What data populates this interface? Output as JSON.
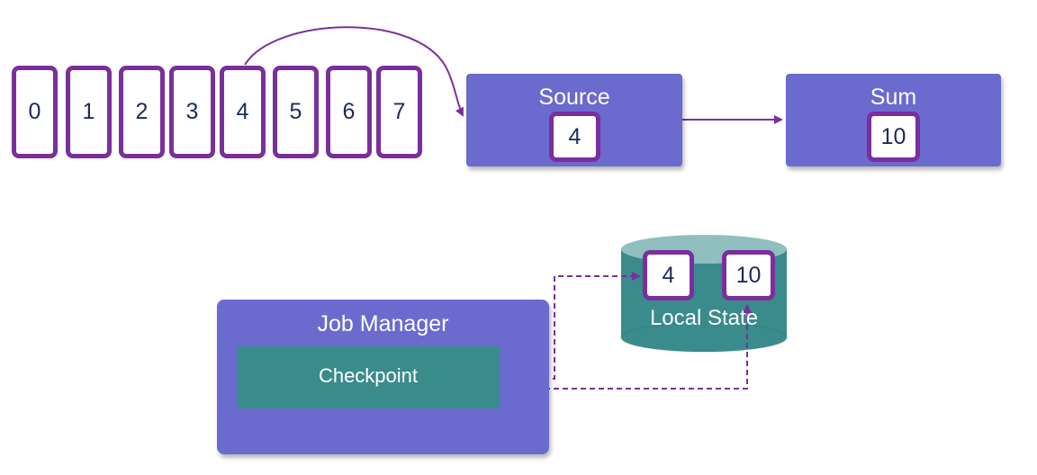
{
  "input_stream": {
    "cells": [
      "0",
      "1",
      "2",
      "3",
      "4",
      "5",
      "6",
      "7"
    ]
  },
  "source": {
    "title": "Source",
    "value": "4"
  },
  "sum": {
    "title": "Sum",
    "value": "10"
  },
  "job_manager": {
    "title": "Job Manager",
    "checkpoint_label": "Checkpoint"
  },
  "local_state": {
    "label": "Local State",
    "offset_value": "4",
    "sum_value": "10"
  },
  "colors": {
    "purple_border": "#7a2f9c",
    "operator_fill": "#6b6acf",
    "teal": "#3a8b8c",
    "text_dark": "#1c2a5c"
  }
}
